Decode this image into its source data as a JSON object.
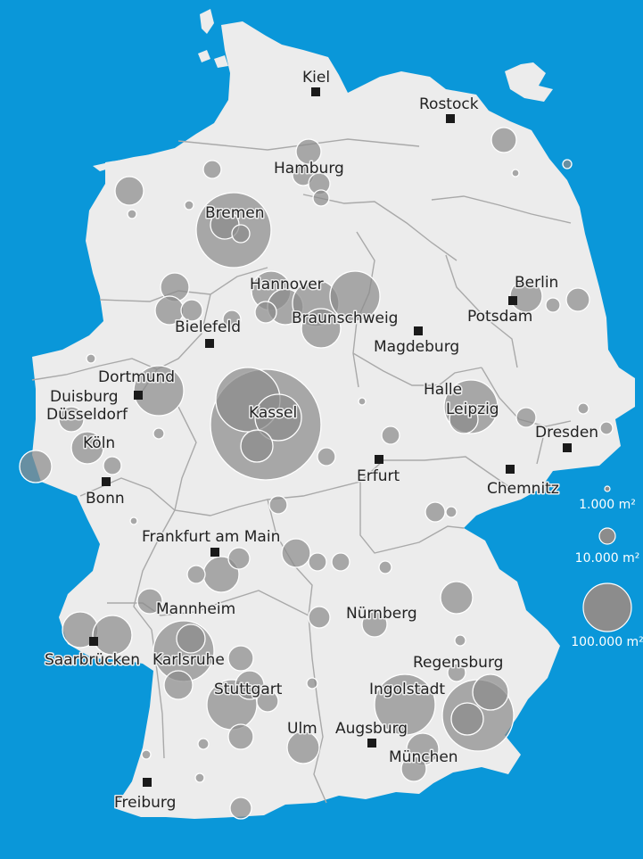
{
  "colors": {
    "sea": "#0a97d9",
    "land": "#ececec",
    "border": "#a9a9a9",
    "bubble": "#8c8c8c",
    "marker": "#1a1a1a"
  },
  "cities": [
    {
      "name": "Kiel",
      "marker": true
    },
    {
      "name": "Rostock",
      "marker": true
    },
    {
      "name": "Hamburg",
      "marker": false
    },
    {
      "name": "Bremen",
      "marker": false
    },
    {
      "name": "Hannover",
      "marker": false
    },
    {
      "name": "Braunschweig",
      "marker": false
    },
    {
      "name": "Berlin",
      "marker": false
    },
    {
      "name": "Potsdam",
      "marker": true
    },
    {
      "name": "Magdeburg",
      "marker": true
    },
    {
      "name": "Bielefeld",
      "marker": true
    },
    {
      "name": "Dortmund",
      "marker": true
    },
    {
      "name": "Duisburg",
      "marker": false
    },
    {
      "name": "Düsseldorf",
      "marker": false
    },
    {
      "name": "Köln",
      "marker": false
    },
    {
      "name": "Bonn",
      "marker": true
    },
    {
      "name": "Kassel",
      "marker": false
    },
    {
      "name": "Halle",
      "marker": false
    },
    {
      "name": "Leipzig",
      "marker": false
    },
    {
      "name": "Dresden",
      "marker": true
    },
    {
      "name": "Erfurt",
      "marker": true
    },
    {
      "name": "Chemnitz",
      "marker": true
    },
    {
      "name": "Frankfurt am Main",
      "marker": true
    },
    {
      "name": "Mannheim",
      "marker": false
    },
    {
      "name": "Nürnberg",
      "marker": false
    },
    {
      "name": "Saarbrücken",
      "marker": true
    },
    {
      "name": "Karlsruhe",
      "marker": false
    },
    {
      "name": "Regensburg",
      "marker": false
    },
    {
      "name": "Stuttgart",
      "marker": false
    },
    {
      "name": "Ingolstadt",
      "marker": false
    },
    {
      "name": "Ulm",
      "marker": false
    },
    {
      "name": "Augsburg",
      "marker": true
    },
    {
      "name": "München",
      "marker": false
    },
    {
      "name": "Freiburg",
      "marker": true
    }
  ],
  "legend": [
    {
      "label": "1.000 m²",
      "area_m2": 1000
    },
    {
      "label": "10.000 m²",
      "area_m2": 10000
    },
    {
      "label": "100.000 m²",
      "area_m2": 100000
    }
  ]
}
